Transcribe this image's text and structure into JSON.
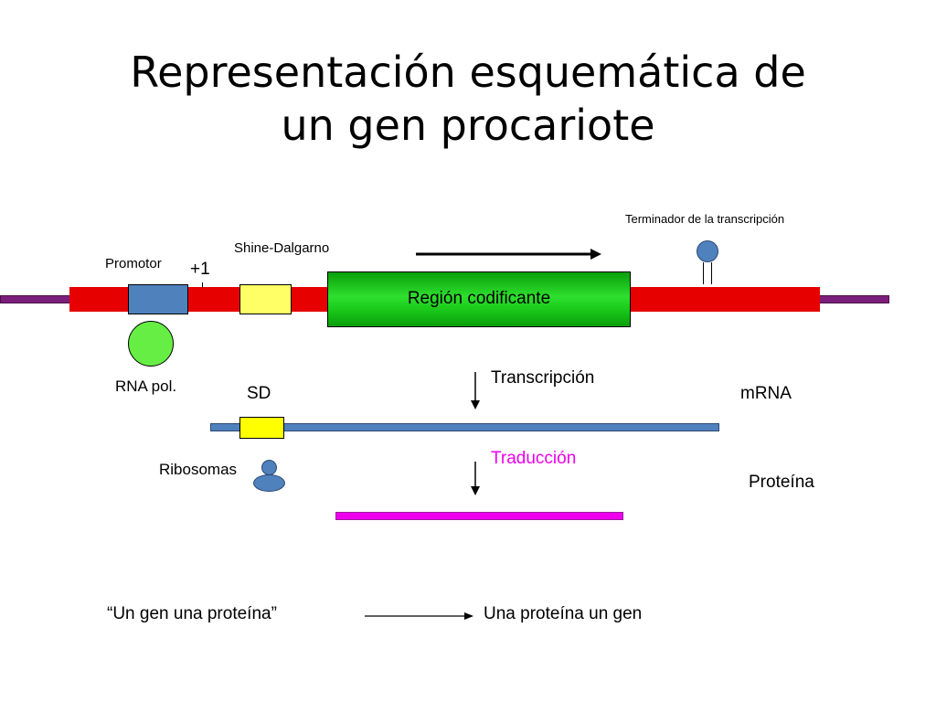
{
  "title": {
    "line1": "Representación esquemática de",
    "line2": "un gen procariote"
  },
  "gene": {
    "promotor_label": "Promotor",
    "plus_one_label": "+1",
    "shine_dalgarno_label": "Shine-Dalgarno",
    "coding_region_label": "Región codificante",
    "terminator_label": "Terminador de la  transcripción",
    "rna_pol_label": "RNA pol."
  },
  "processes": {
    "transcription_label": "Transcripción",
    "translation_label": "Traducción"
  },
  "mrna": {
    "sd_label": "SD",
    "mrna_label": "mRNA"
  },
  "protein": {
    "ribosomes_label": "Ribosomas",
    "protein_label": "Proteína"
  },
  "footer": {
    "left_text": "“Un gen una proteína”",
    "right_text": "Una proteína un gen"
  },
  "colors": {
    "dna_outer": "#7b1e7a",
    "dna_gene": "#e60000",
    "promotor": "#4f81bd",
    "shine_dalgarno": "#ffff66",
    "coding_region": "#19c819",
    "rna_pol": "#66ee44",
    "terminator": "#4f81bd",
    "mrna_strand": "#4f81bd",
    "sd_box": "#ffff00",
    "protein_strand": "#ee00ee",
    "translation_text": "#ee00ee",
    "ribosome": "#4f81bd"
  }
}
